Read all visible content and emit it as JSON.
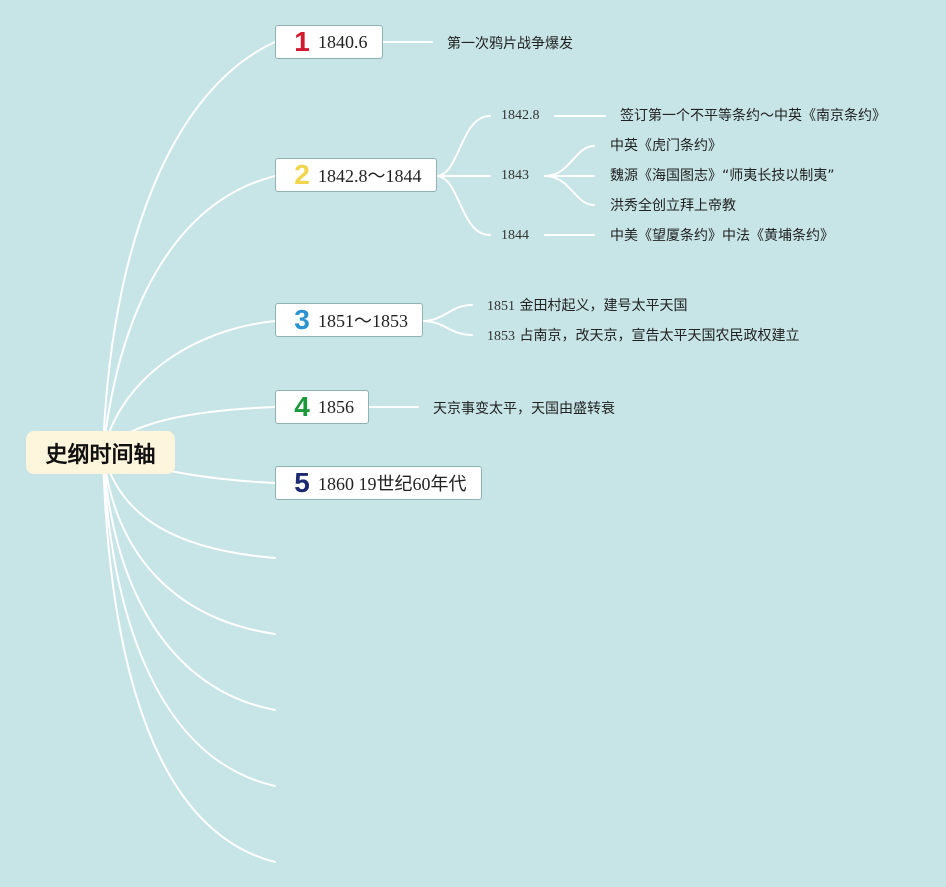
{
  "root": {
    "title": "史纲时间轴"
  },
  "nodes": [
    {
      "badge": "1",
      "badge_color": "#d0192f",
      "label": "1840.6"
    },
    {
      "badge": "2",
      "badge_color": "#f0d54a",
      "label": "1842.8～1844"
    },
    {
      "badge": "3",
      "badge_color": "#2b93d1",
      "label": "1851～1853"
    },
    {
      "badge": "4",
      "badge_color": "#1a9a3a",
      "label": "1856"
    },
    {
      "badge": "5",
      "badge_color": "#1b2a6e",
      "label": "1860 19世纪60年代"
    }
  ],
  "n1": {
    "event": "第一次鸦片战争爆发"
  },
  "n2": {
    "y1": "1842.8",
    "e1": "签订第一个不平等条约～中英《南京条约》",
    "y2": "1843",
    "e2a": "中英《虎门条约》",
    "e2b": "魏源《海国图志》“师夷长技以制夷”",
    "e2c": "洪秀全创立拜上帝教",
    "y3": "1844",
    "e3": "中美《望厦条约》中法《黄埔条约》"
  },
  "n3": {
    "y1": "1851",
    "e1": "金田村起义，建号太平天国",
    "y2": "1853",
    "e2": "占南京，改天京，宣告太平天国农民政权建立"
  },
  "n4": {
    "event": "天京事变太平，天国由盛转衰"
  },
  "colors": {
    "background": "#c7e4e6",
    "line": "#ffffff",
    "root_bg": "#fdf5dc"
  }
}
